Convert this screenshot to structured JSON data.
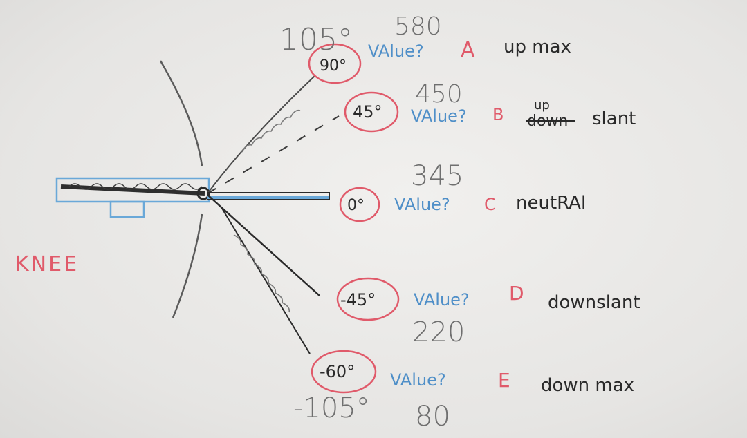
{
  "knee": "KNEE",
  "rows": [
    {
      "angle": "90°",
      "pencil_angle": "105°",
      "pencil_value": "580",
      "prompt": "VAlue?",
      "letter": "A",
      "description": "up max"
    },
    {
      "angle": "45°",
      "pencil_value": "450",
      "prompt": "VAlue?",
      "letter": "B",
      "struck": "down",
      "correction": "up",
      "description": "slant"
    },
    {
      "angle": "0°",
      "pencil_value": "345",
      "prompt": "VAlue?",
      "letter": "C",
      "description": "neutRAl"
    },
    {
      "angle": "-45°",
      "pencil_value": "220",
      "prompt": "VAlue?",
      "letter": "D",
      "description": "downslant"
    },
    {
      "angle": "-60°",
      "pencil_angle": "-105°",
      "pencil_value": "80",
      "prompt": "VAlue?",
      "letter": "E",
      "description": "down max"
    }
  ],
  "colors": {
    "pencil": "#6f6f6f",
    "red_pen": "#e05a6a",
    "blue_pen": "#4f8fc8",
    "black_pen": "#2a2a2a"
  }
}
